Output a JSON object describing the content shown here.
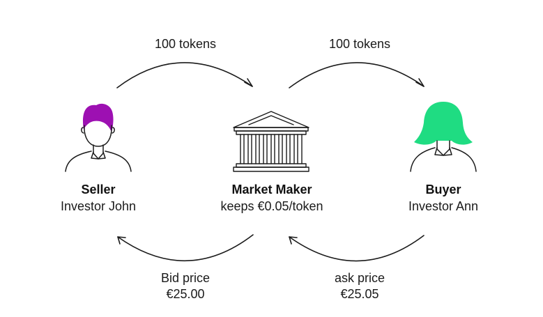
{
  "flows": {
    "seller_to_mm": "100 tokens",
    "mm_to_buyer": "100 tokens"
  },
  "seller": {
    "title": "Seller",
    "name": "Investor John",
    "hair_color": "#9d10b2"
  },
  "market_maker": {
    "title": "Market Maker",
    "note": "keeps €0.05/token"
  },
  "buyer": {
    "title": "Buyer",
    "name": "Investor Ann",
    "hair_color": "#1fdc82"
  },
  "bid": {
    "label": "Bid price",
    "value": "€25.00"
  },
  "ask": {
    "label": "ask price",
    "value": "€25.05"
  },
  "icons": [
    "seller-avatar-icon",
    "bank-building-icon",
    "buyer-avatar-icon",
    "arrow-icon"
  ]
}
